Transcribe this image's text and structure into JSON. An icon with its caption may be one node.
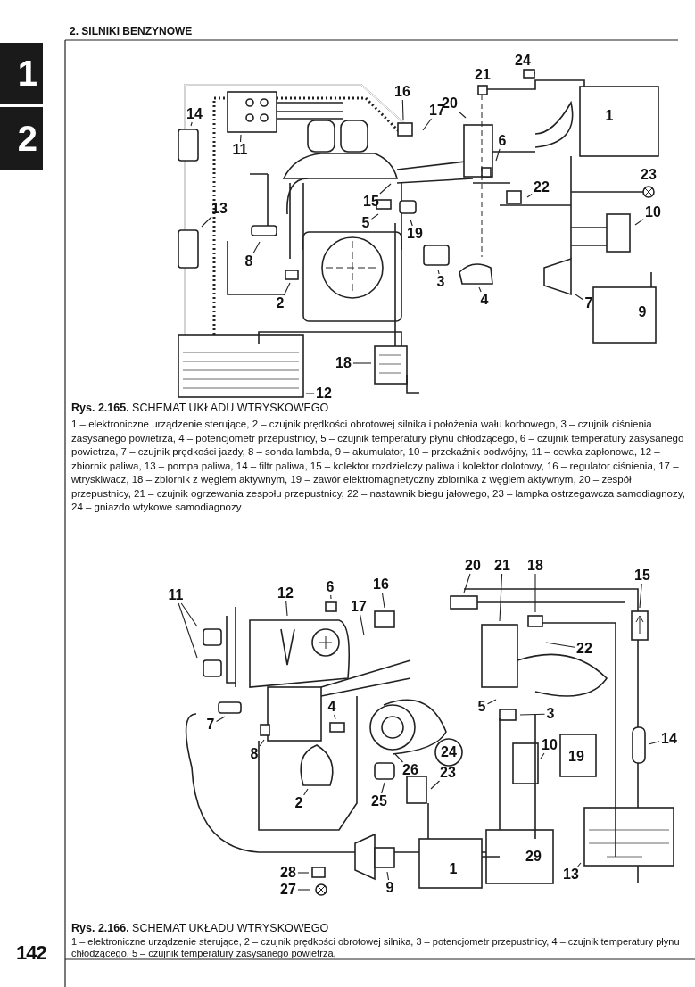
{
  "diagram": {
    "nodes": [
      {
        "text": [
          "16"
        ]
      },
      {
        "text": [
          "14"
        ]
      },
      {
        "text": [
          "17"
        ]
      },
      {
        "text": [
          "20"
        ]
      },
      {
        "text": [
          "11"
        ]
      },
      {
        "text": [
          "6"
        ]
      },
      {
        "text": [
          "22"
        ]
      },
      {
        "text": [
          "15"
        ]
      },
      {
        "text": [
          "10"
        ]
      },
      {
        "text": [
          "13"
        ]
      },
      {
        "text": [
          "5"
        ]
      },
      {
        "text": [
          "19"
        ]
      },
      {
        "text": [
          "8"
        ]
      },
      {
        "text": [
          "3"
        ]
      },
      {
        "text": [
          "7"
        ]
      },
      {
        "text": [
          "4"
        ]
      },
      {
        "text": [
          "2"
        ]
      },
      {
        "text": [
          "18"
        ]
      },
      {
        "text": [
          "12"
        ]
      },
      {
        "text": [
          "20"
        ]
      },
      {
        "text": [
          "21"
        ]
      },
      {
        "text": [
          "18"
        ]
      },
      {
        "text": [
          "15"
        ]
      },
      {
        "text": [
          "16"
        ]
      },
      {
        "text": [
          "6"
        ]
      },
      {
        "text": [
          "11"
        ]
      },
      {
        "text": [
          "12"
        ]
      },
      {
        "text": [
          "17"
        ]
      },
      {
        "text": [
          "22"
        ]
      },
      {
        "text": [
          "5"
        ]
      },
      {
        "text": [
          "3"
        ]
      },
      {
        "text": [
          "7"
        ]
      },
      {
        "text": [
          "4"
        ]
      },
      {
        "text": [
          "26"
        ]
      },
      {
        "text": [
          "10"
        ]
      },
      {
        "text": [
          "8"
        ]
      },
      {
        "text": [
          "14"
        ]
      },
      {
        "text": [
          "23"
        ]
      },
      {
        "text": [
          "25"
        ]
      },
      {
        "text": [
          "2"
        ]
      },
      {
        "text": [
          "28"
        ]
      },
      {
        "text": [
          "13"
        ]
      },
      {
        "text": [
          "27"
        ]
      },
      {
        "text": [
          "9"
        ]
      }
    ],
    "edges": [
      {
        "from": 0,
        "to": null,
        "arrow": "none"
      },
      {
        "from": 1,
        "to": null,
        "arrow": "none"
      },
      {
        "from": 2,
        "to": null,
        "arrow": "none"
      },
      {
        "from": 3,
        "to": null,
        "arrow": "none"
      },
      {
        "from": 4,
        "to": null,
        "arrow": "none"
      },
      {
        "from": 5,
        "to": null,
        "arrow": "none"
      },
      {
        "from": 6,
        "to": null,
        "arrow": "none"
      },
      {
        "from": 7,
        "to": null,
        "arrow": "none"
      },
      {
        "from": 8,
        "to": null,
        "arrow": "none"
      },
      {
        "from": 9,
        "to": null,
        "arrow": "none"
      },
      {
        "from": 10,
        "to": null,
        "arrow": "none"
      },
      {
        "from": 11,
        "to": null,
        "arrow": "none"
      },
      {
        "from": 12,
        "to": null,
        "arrow": "none"
      },
      {
        "from": 13,
        "to": null,
        "arrow": "none"
      },
      {
        "from": 14,
        "to": null,
        "arrow": "none"
      },
      {
        "from": 15,
        "to": null,
        "arrow": "none"
      },
      {
        "from": 16,
        "to": null,
        "arrow": "none"
      },
      {
        "from": 17,
        "to": null,
        "arrow": "none"
      },
      {
        "from": 18,
        "to": null,
        "arrow": "none"
      },
      {
        "from": 19,
        "to": null,
        "arrow": "none"
      },
      {
        "from": 20,
        "to": null,
        "arrow": "none"
      },
      {
        "from": 21,
        "to": null,
        "arrow": "none"
      },
      {
        "from": 22,
        "to": null,
        "arrow": "none"
      },
      {
        "from": 23,
        "to": null,
        "arrow": "none"
      },
      {
        "from": 24,
        "to": null,
        "arrow": "none"
      },
      {
        "from": 25,
        "to": null,
        "arrow": "none"
      },
      {
        "from": 25,
        "to": null,
        "arrow": "none"
      },
      {
        "from": 26,
        "to": null,
        "arrow": "none"
      },
      {
        "from": 27,
        "to": null,
        "arrow": "none"
      },
      {
        "from": 28,
        "to": null,
        "arrow": "none"
      },
      {
        "from": 29,
        "to": null,
        "arrow": "none"
      },
      {
        "from": 30,
        "to": null,
        "arrow": "none"
      },
      {
        "from": 31,
        "to": null,
        "arrow": "none"
      },
      {
        "from": 32,
        "to": null,
        "arrow": "none"
      },
      {
        "from": 33,
        "to": null,
        "arrow": "none"
      },
      {
        "from": 34,
        "to": null,
        "arrow": "none"
      },
      {
        "from": 35,
        "to": null,
        "arrow": "none"
      },
      {
        "from": 36,
        "to": null,
        "arrow": "none"
      },
      {
        "from": 37,
        "to": null,
        "arrow": "none"
      },
      {
        "from": 38,
        "to": null,
        "arrow": "none"
      },
      {
        "from": 39,
        "to": null,
        "arrow": "none"
      },
      {
        "from": 40,
        "to": null,
        "arrow": "none"
      },
      {
        "from": 41,
        "to": null,
        "arrow": "none"
      },
      {
        "from": 42,
        "to": null,
        "arrow": "none"
      },
      {
        "from": 43,
        "to": null,
        "arrow": "none"
      }
    ],
    "labels": [
      "2. SILNIKI BENZYNOWE",
      "1",
      "2",
      "24",
      "21",
      "1",
      "23",
      "9",
      "**Rys. 2.165.** SCHEMAT UKŁADU WTRYSKOWEGO",
      "1 – elektroniczne urządzenie sterujące, 2 – czujnik prędkości obrotowej silnika i położenia wału korbowego, 3 – czujnik ciśnienia zasysanego powietrza, 4 – potencjometr przepustnicy, 5 – czujnik temperatury płynu chłodzącego, 6 – czujnik temperatury zasysanego powietrza, 7 – czujnik prędkości jazdy, 8 – sonda lambda, 9 – akumulator, 10 – przekaźnik podwójny, 11 – cewka zapłonowa, 12 – zbiornik paliwa, 13 – pompa paliwa, 14 – filtr paliwa, 15 – kolektor rozdzielczy paliwa i kolektor dolotowy, 16 – regulator ciśnienia, 17 – wtryskiwacz, 18 – zbiornik z węglem aktywnym, 19 – zawór elektromagnetyczny zbiornika z węglem aktywnym, 20 – zespół przepustnicy, 21 – czujnik ogrzewania zespołu przepustnicy, 22 – nastawnik biegu jałowego, 23 – lampka ostrzegawcza samodiagnozy, 24 – gniazdo wtykowe samodiagnozy",
      "24",
      "19",
      "29",
      "1",
      "**Rys. 2.166.** SCHEMAT UKŁADU WTRYSKOWEGO",
      "1 – elektroniczne urządzenie sterujące, 2 – czujnik prędkości obrotowej silnika, 3 – potencjometr przepustnicy, 4 – czujnik temperatury płynu chłodzącego, 5 – czujnik temperatury zasysanego powietrza,",
      "142"
    ]
  }
}
